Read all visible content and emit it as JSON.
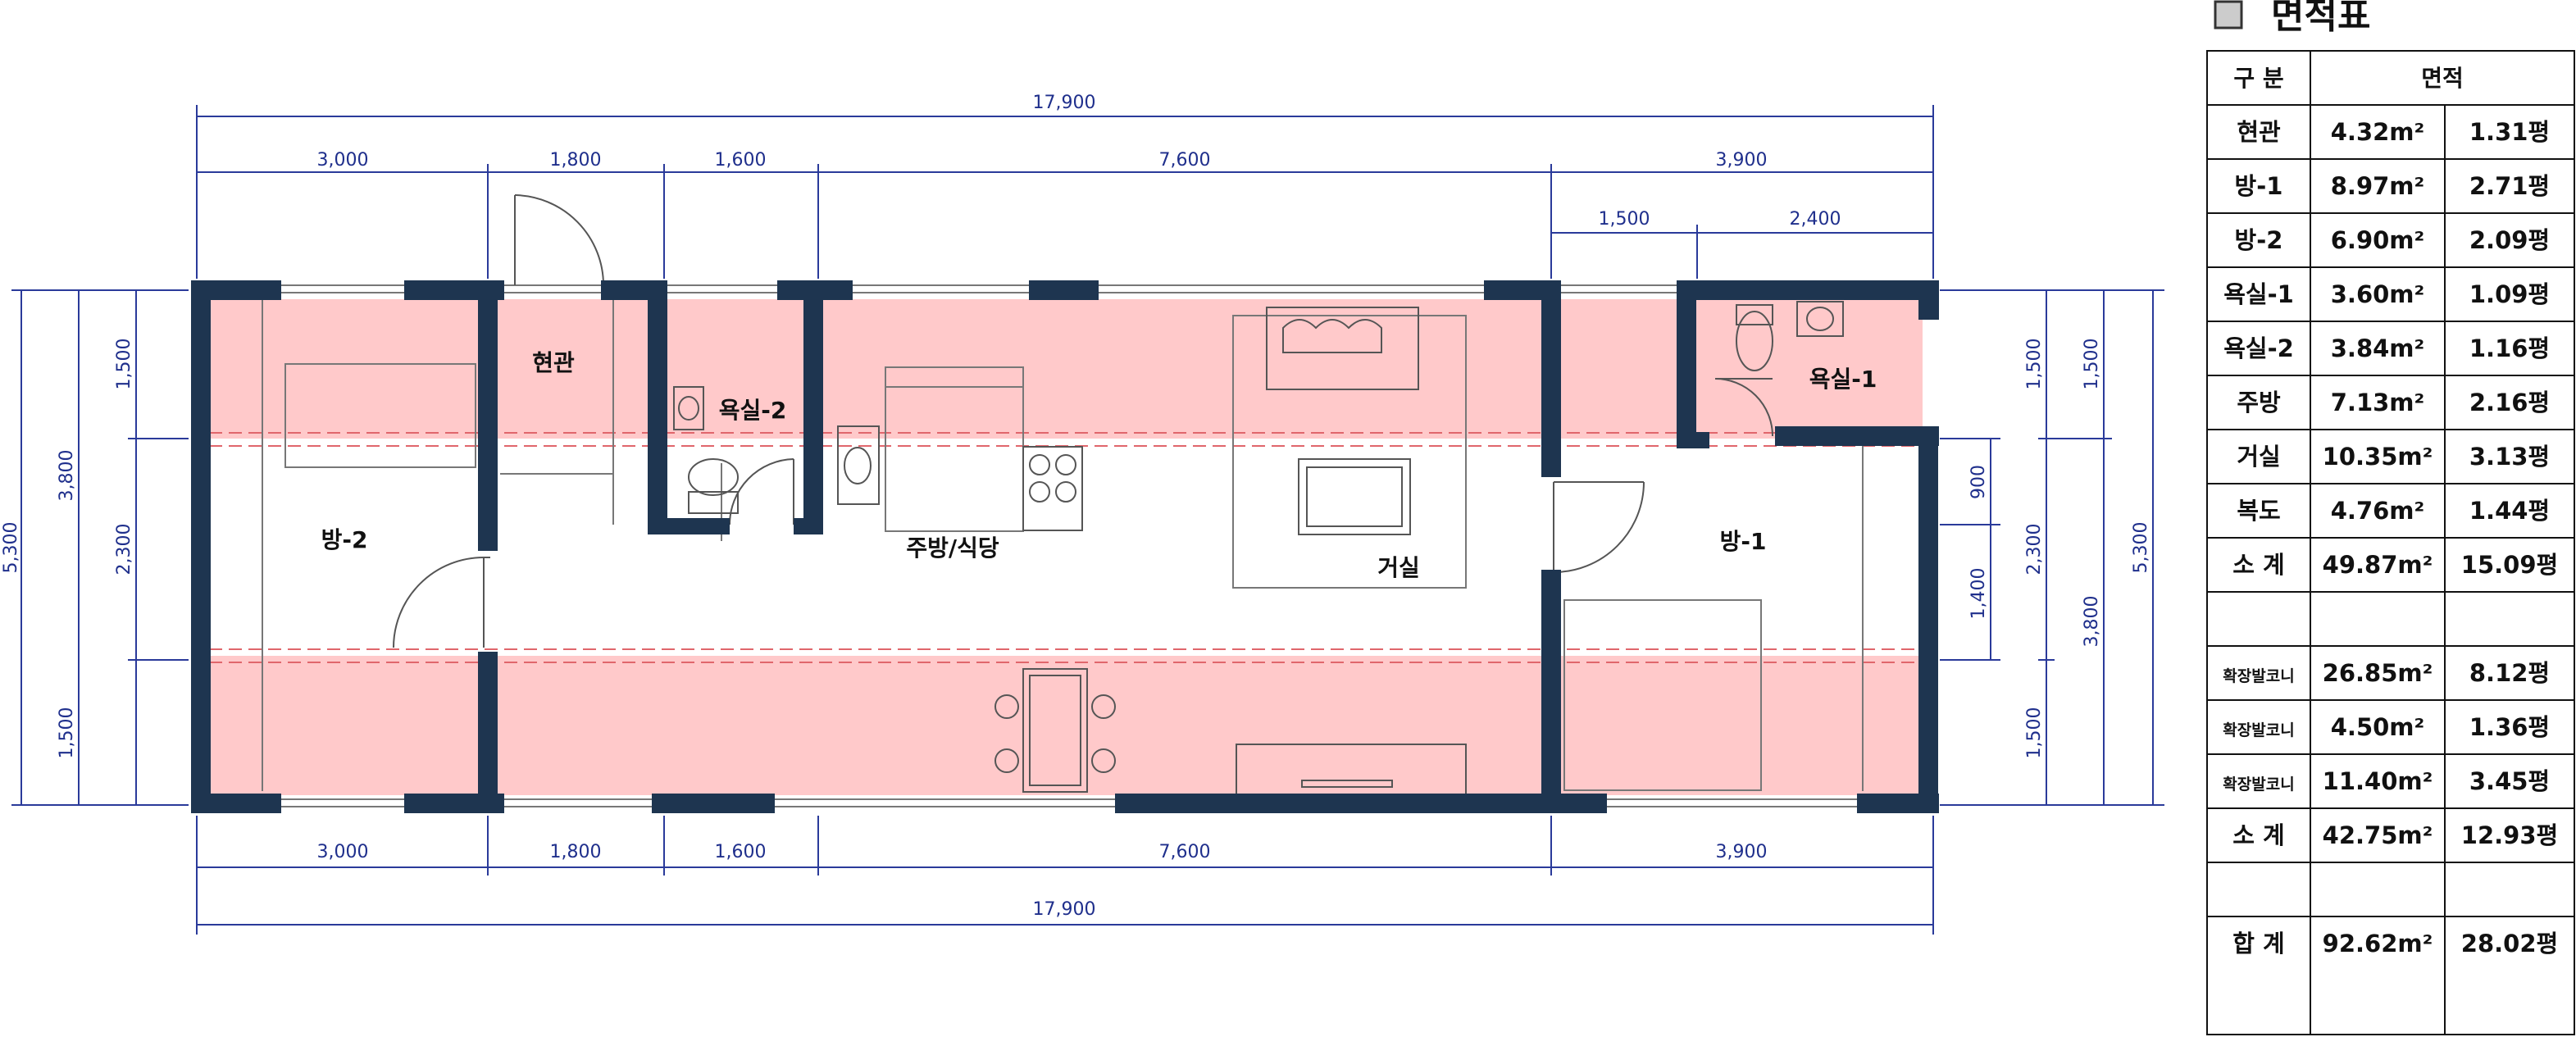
{
  "plan": {
    "dims_top_total": "17,900",
    "dims_top": [
      "3,000",
      "1,800",
      "1,600",
      "7,600",
      "3,900"
    ],
    "dims_top_sub": [
      "1,500",
      "2,400"
    ],
    "dims_bottom": [
      "3,000",
      "1,800",
      "1,600",
      "7,600",
      "3,900"
    ],
    "dims_bottom_total": "17,900",
    "dims_left_outer": "5,300",
    "dims_left_mid": "3,800",
    "dims_left_inner": [
      "1,500",
      "2,300",
      "1,500"
    ],
    "dims_right_inner": [
      "900",
      "1,400"
    ],
    "dims_right_a": [
      "1,500",
      "2,300",
      "1,500"
    ],
    "dims_right_b": [
      "1,500",
      "3,800"
    ],
    "dims_right_outer": "5,300",
    "rooms": {
      "entrance": "현관",
      "bath2": "욕실-2",
      "room2": "방-2",
      "kitchen": "주방/식당",
      "living": "거실",
      "bath1": "욕실-1",
      "room1": "방-1"
    },
    "colors": {
      "wall": "#1e3550",
      "balcony": "#ffc9ca",
      "dim": "#1f2f8c"
    }
  },
  "table": {
    "title": "면적표",
    "header": [
      "구 분",
      "면적"
    ],
    "rows": [
      [
        "현관",
        "4.32m²",
        "1.31평"
      ],
      [
        "방-1",
        "8.97m²",
        "2.71평"
      ],
      [
        "방-2",
        "6.90m²",
        "2.09평"
      ],
      [
        "욕실-1",
        "3.60m²",
        "1.09평"
      ],
      [
        "욕실-2",
        "3.84m²",
        "1.16평"
      ],
      [
        "주방",
        "7.13m²",
        "2.16평"
      ],
      [
        "거실",
        "10.35m²",
        "3.13평"
      ],
      [
        "복도",
        "4.76m²",
        "1.44평"
      ],
      [
        "소 계",
        "49.87m²",
        "15.09평"
      ]
    ],
    "balcony_rows": [
      [
        "확장발코니",
        "26.85m²",
        "8.12평"
      ],
      [
        "확장발코니",
        "4.50m²",
        "1.36평"
      ],
      [
        "확장발코니",
        "11.40m²",
        "3.45평"
      ],
      [
        "소 계",
        "42.75m²",
        "12.93평"
      ]
    ],
    "total_row": [
      "합 계",
      "92.62m²",
      "28.02평"
    ]
  }
}
